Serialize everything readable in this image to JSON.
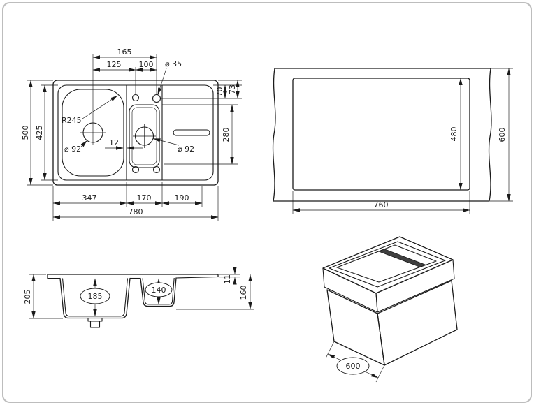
{
  "meta": {
    "background": "#ffffff",
    "line_color": "#1a1a1a",
    "drawing_type": "kitchen sink installation dimensions"
  },
  "plan_view": {
    "dim_165": "165",
    "dim_125": "125",
    "dim_100": "100",
    "dia_35": "⌀ 35",
    "dim_70": "70",
    "dim_73": "73",
    "dim_500": "500",
    "dim_425": "425",
    "r_245": "R245",
    "dia_92_left": "⌀ 92",
    "dim_12": "12",
    "dia_92_right": "⌀ 92",
    "dim_280": "280",
    "dim_347": "347",
    "dim_170": "170",
    "dim_190": "190",
    "dim_780": "780"
  },
  "cutout_view": {
    "dim_480": "480",
    "dim_600": "600",
    "dim_760": "760"
  },
  "section_view": {
    "dim_205": "205",
    "dim_185": "185",
    "dim_140": "140",
    "dim_11": "11",
    "dim_160": "160"
  },
  "iso_view": {
    "dim_600": "600"
  }
}
